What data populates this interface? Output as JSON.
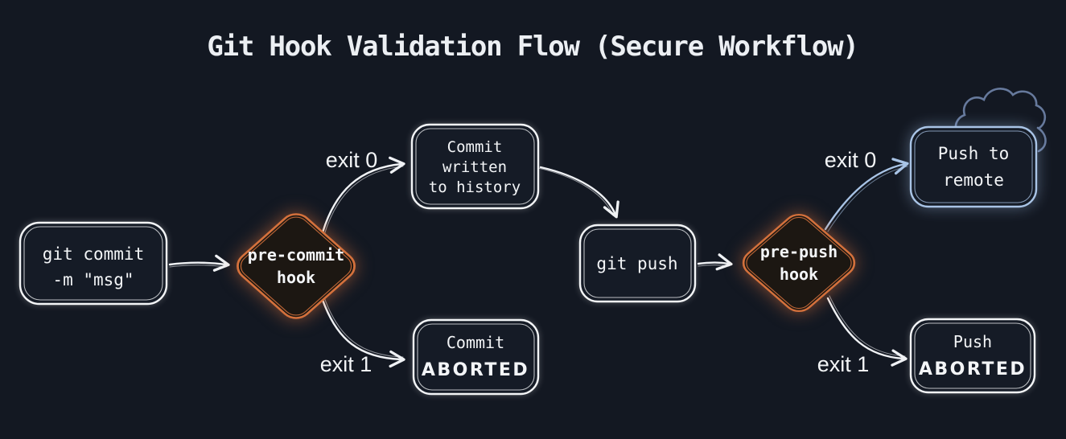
{
  "title": "Git Hook Validation Flow (Secure Workflow)",
  "nodes": {
    "git_commit": {
      "lines": [
        "git commit",
        "-m \"msg\""
      ]
    },
    "pre_commit_hook": {
      "lines": [
        "pre-commit",
        "hook"
      ]
    },
    "commit_written": {
      "lines": [
        "Commit",
        "written",
        "to history"
      ]
    },
    "commit_aborted": {
      "lines": [
        "Commit",
        "ABORTED"
      ]
    },
    "git_push": {
      "lines": [
        "git push"
      ]
    },
    "pre_push_hook": {
      "lines": [
        "pre-push",
        "hook"
      ]
    },
    "push_to_remote": {
      "lines": [
        "Push to",
        "remote"
      ]
    },
    "push_aborted": {
      "lines": [
        "Push",
        "ABORTED"
      ]
    }
  },
  "edge_labels": {
    "pre_commit_exit0": "exit 0",
    "pre_commit_exit1": "exit 1",
    "pre_push_exit0": "exit 0",
    "pre_push_exit1": "exit 1"
  },
  "colors": {
    "background": "#131822",
    "node_stroke": "#f3f5f7",
    "node_text": "#f3f5f7",
    "accent_orange": "#d4713c",
    "accent_orange_text": "#e0834f",
    "accent_blue": "#a9c4e6",
    "accent_blue_text": "#bccfeb",
    "cloud_stroke": "#66799c"
  },
  "icons": {
    "cloud": "cloud-icon"
  }
}
